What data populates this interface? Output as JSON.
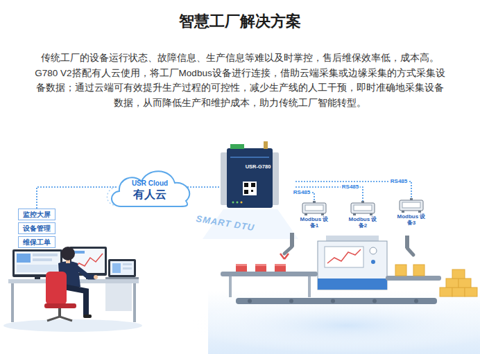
{
  "diagram": {
    "title": "智慧工厂解决方案",
    "nodes": [
      {
        "text": [
          "USR Cloud",
          "有人云"
        ]
      },
      {
        "text": [
          "USR-G780"
        ]
      },
      {
        "text": [
          "Modbus 设备1"
        ]
      },
      {
        "text": [
          "Modbus 设备2"
        ]
      },
      {
        "text": [
          "Modbus 设备3"
        ]
      },
      {
        "text": [
          "监控大屏"
        ]
      },
      {
        "text": [
          "设备管理"
        ]
      },
      {
        "text": [
          "维保工单"
        ]
      }
    ],
    "edges": [
      {
        "from": 0,
        "to": 1,
        "arrow": "none"
      },
      {
        "from": 1,
        "to": 2,
        "label": "RS485",
        "arrow": "none"
      },
      {
        "from": 1,
        "to": 3,
        "label": "RS485",
        "arrow": "none"
      },
      {
        "from": 1,
        "to": 4,
        "label": "RS485",
        "arrow": "none"
      },
      {
        "from": 0,
        "to": 5,
        "arrow": "none"
      }
    ],
    "labels": [
      "传统工厂的设备运行状态、故障信息、生产信息等难以及时掌控，售后维保效率低，成本高。G780 V2搭配有人云使用，将工厂Modbus设备进行连接，借助云端采集或边缘采集的方式采集设备数据；通过云端可有效提升生产过程的可控性，减少生产线的人工干预，即时准确地采集设备数据，从而降低生产和维护成本，助力传统工厂智能转型。",
      "SMART DTU"
    ]
  }
}
